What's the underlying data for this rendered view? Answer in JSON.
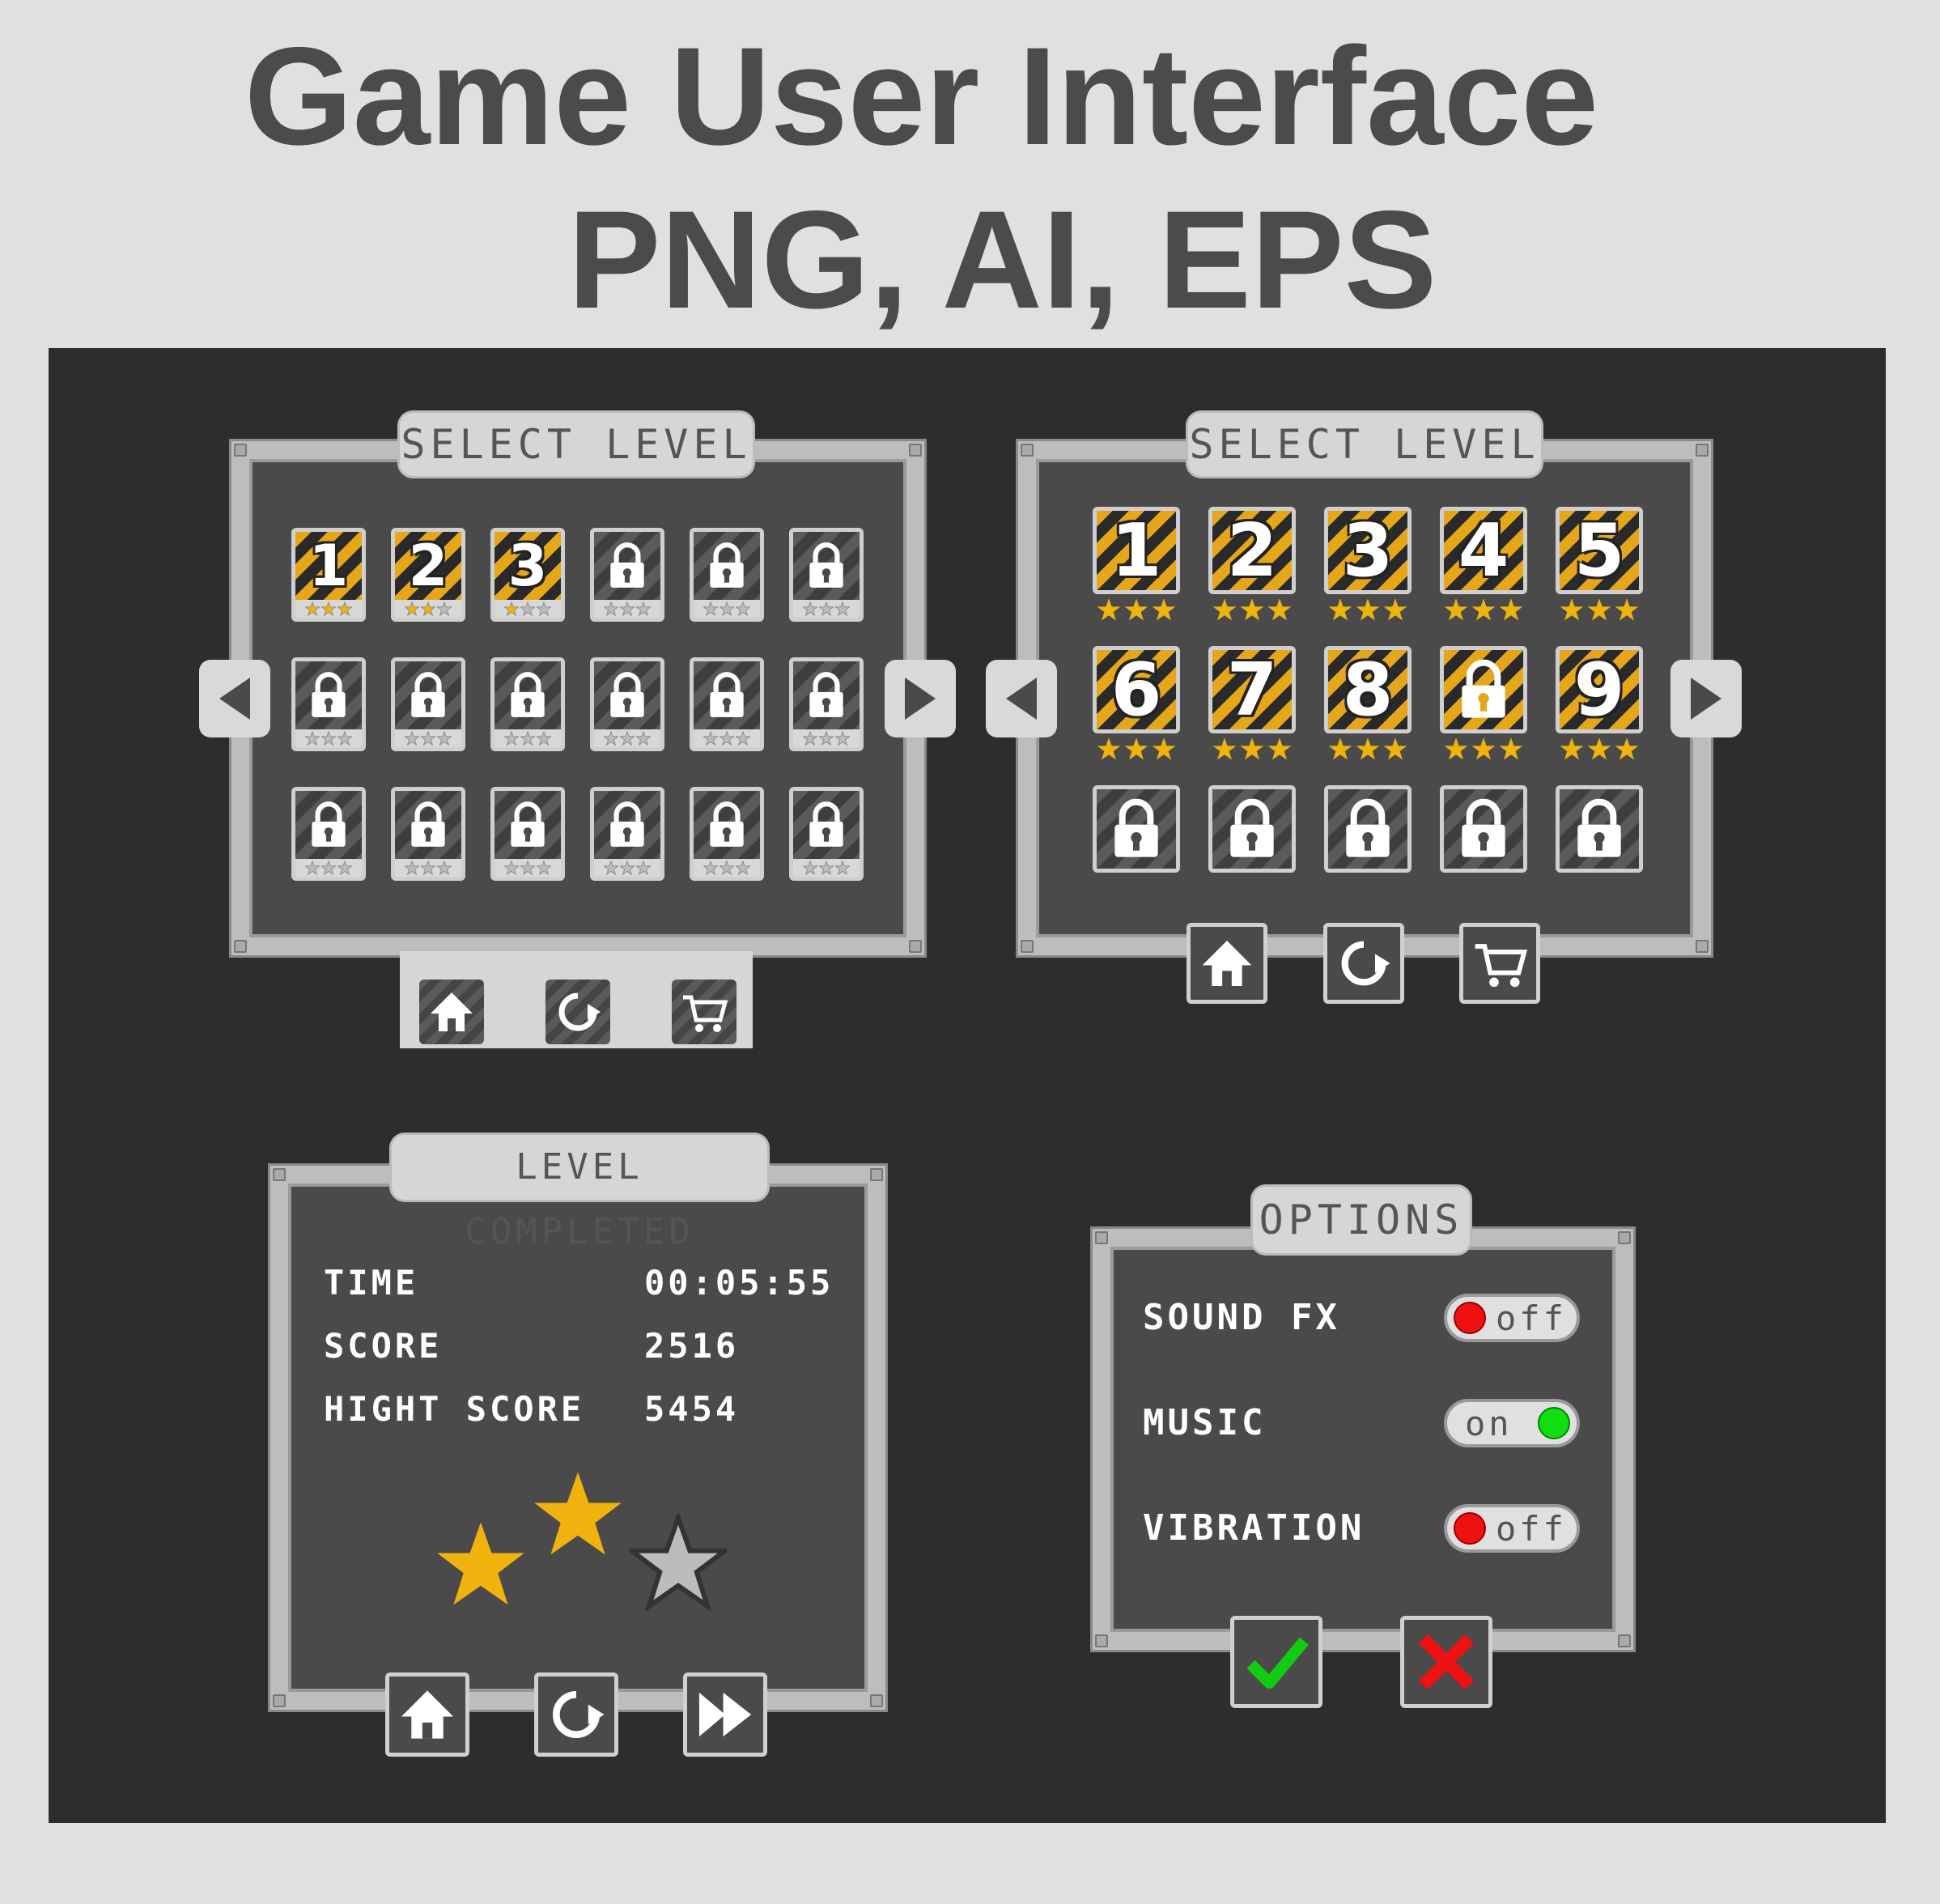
{
  "header": {
    "title_line1": "Game User Interface",
    "title_line2": "PNG, AI, EPS"
  },
  "select_level_a": {
    "title": "SELECT LEVEL",
    "unlocked": [
      {
        "label": "1",
        "stars": 3
      },
      {
        "label": "2",
        "stars": 2
      },
      {
        "label": "3",
        "stars": 1
      }
    ],
    "total_tiles": 18
  },
  "select_level_b": {
    "title": "SELECT LEVEL",
    "unlocked": [
      {
        "label": "1",
        "stars": 3
      },
      {
        "label": "2",
        "stars": 3
      },
      {
        "label": "3",
        "stars": 3
      },
      {
        "label": "4",
        "stars": 3
      },
      {
        "label": "5",
        "stars": 3
      },
      {
        "label": "6",
        "stars": 3
      },
      {
        "label": "7",
        "stars": 3
      },
      {
        "label": "8",
        "stars": 3
      },
      {
        "label": "",
        "stars": 3,
        "locked_gold": true
      },
      {
        "label": "9",
        "stars": 3
      }
    ],
    "total_tiles": 15
  },
  "level_completed": {
    "title": "LEVEL COMPLETED",
    "time_label": "TIME",
    "time_value": "00:05:55",
    "score_label": "SCORE",
    "score_value": "2516",
    "high_score_label": "HIGHT SCORE",
    "high_score_value": "5454",
    "stars_earned": 2,
    "stars_total": 3
  },
  "options": {
    "title": "OPTIONS",
    "items": [
      {
        "label": "SOUND FX",
        "state": "off"
      },
      {
        "label": "MUSIC",
        "state": "on"
      },
      {
        "label": "VIBRATION",
        "state": "off"
      }
    ]
  },
  "colors": {
    "gold": "#e6a61a",
    "star_gold": "#f0b20c",
    "star_gray": "#bcbcbc",
    "off_red": "#e11",
    "on_green": "#1d1",
    "panel": "#4a4a4a",
    "frame": "#bdbdbd"
  },
  "icons": [
    "home-icon",
    "restart-icon",
    "cart-icon",
    "arrow-left-icon",
    "arrow-right-icon",
    "lock-icon",
    "star-icon",
    "fast-forward-icon",
    "check-icon",
    "cross-icon"
  ]
}
